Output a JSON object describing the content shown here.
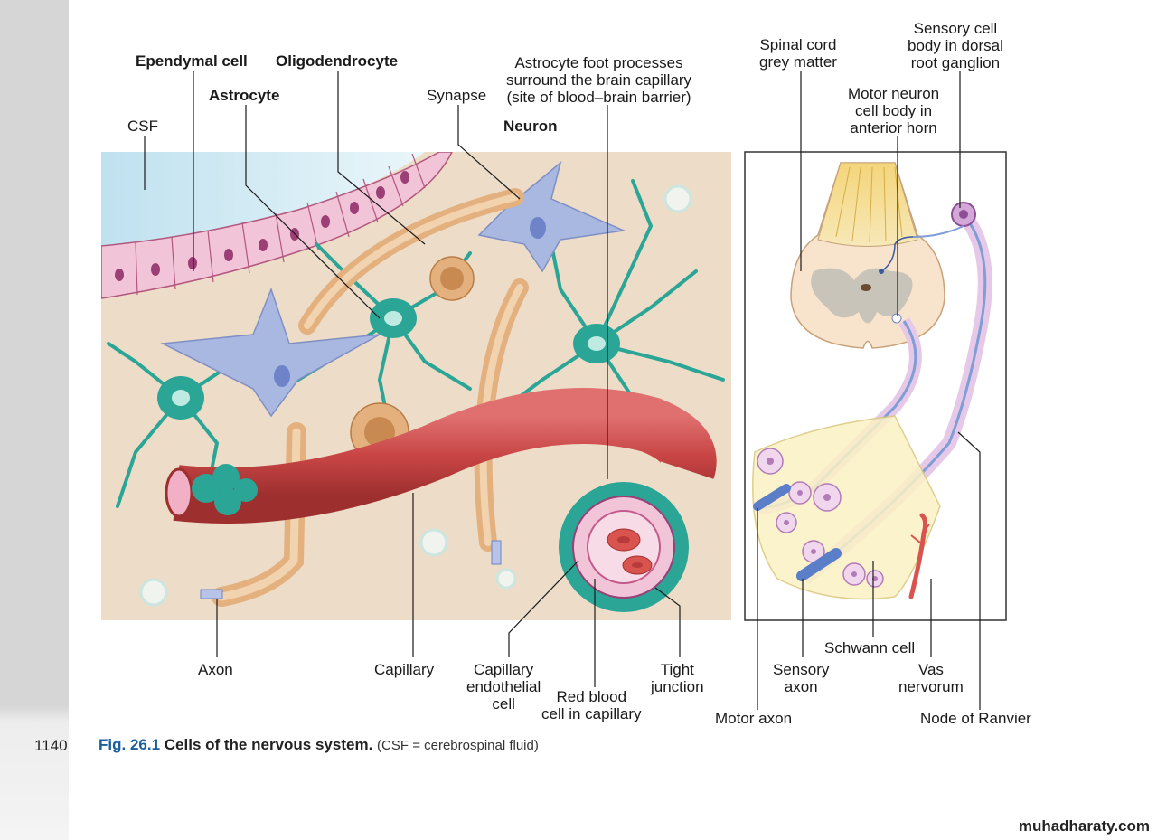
{
  "page_number": "1140",
  "caption": {
    "figure_number": "Fig. 26.1",
    "title": "Cells of the nervous system.",
    "note": "(CSF = cerebrospinal fluid)"
  },
  "watermark": "muhadharaty.com",
  "labels": {
    "ependymal_cell": "Ependymal cell",
    "oligodendrocyte": "Oligodendrocyte",
    "astrocyte": "Astrocyte",
    "csf": "CSF",
    "synapse": "Synapse",
    "neuron": "Neuron",
    "astrocyte_foot": "Astrocyte foot processes\nsurround the brain capillary\n(site of blood–brain barrier)",
    "spinal_cord_grey": "Spinal cord\ngrey matter",
    "sensory_cell_body": "Sensory cell\nbody in dorsal\nroot ganglion",
    "motor_neuron_body": "Motor neuron\ncell body in\nanterior horn",
    "axon": "Axon",
    "capillary": "Capillary",
    "capillary_endothelial": "Capillary\nendothelial\ncell",
    "red_blood_cell": "Red blood\ncell in capillary",
    "tight_junction": "Tight\njunction",
    "schwann_cell": "Schwann cell",
    "sensory_axon": "Sensory\naxon",
    "vas_nervorum": "Vas\nnervorum",
    "motor_axon": "Motor axon",
    "node_of_ranvier": "Node of Ranvier"
  },
  "colors": {
    "tissue": "#ecdcc8",
    "csf": "#cfe8f2",
    "ependyma": "#f2c4d8",
    "astrocyte": "#2aa596",
    "neuron": "#a9b8e0",
    "oligodendrocyte": "#e3b07e",
    "capillary": "#c94a4a"
  }
}
